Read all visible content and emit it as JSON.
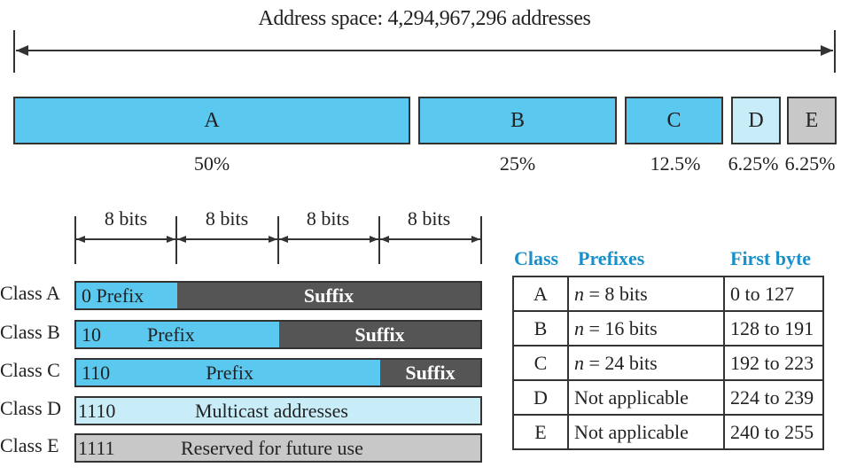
{
  "title": "Address space: 4,294,967,296 addresses",
  "colors": {
    "prefix": "#5bc8ef",
    "suffix": "#555555",
    "class_d": "#c9ecf9",
    "class_e": "#c8c8c8",
    "table_header": "#1a8fc9"
  },
  "classes_overview": [
    {
      "label": "A",
      "percent": "50%"
    },
    {
      "label": "B",
      "percent": "25%"
    },
    {
      "label": "C",
      "percent": "12.5%"
    },
    {
      "label": "D",
      "percent": "6.25%"
    },
    {
      "label": "E",
      "percent": "6.25%"
    }
  ],
  "bits_labels": [
    "8 bits",
    "8 bits",
    "8 bits",
    "8 bits"
  ],
  "rows": [
    {
      "label": "Class A",
      "prefix_bits": "0",
      "prefix_text": "Prefix",
      "suffix_text": "Suffix"
    },
    {
      "label": "Class B",
      "prefix_bits": "10",
      "prefix_text": "Prefix",
      "suffix_text": "Suffix"
    },
    {
      "label": "Class C",
      "prefix_bits": "110",
      "prefix_text": "Prefix",
      "suffix_text": "Suffix"
    },
    {
      "label": "Class D",
      "prefix_bits": "1110",
      "prefix_text": "Multicast addresses"
    },
    {
      "label": "Class E",
      "prefix_bits": "1111",
      "prefix_text": "Reserved for future use"
    }
  ],
  "table": {
    "headers": [
      "Class",
      "Prefixes",
      "First byte"
    ],
    "rows": [
      {
        "class": "A",
        "prefix_var": "n",
        "prefix_rest": " = 8 bits",
        "first_byte": "0 to 127"
      },
      {
        "class": "B",
        "prefix_var": "n",
        "prefix_rest": " = 16 bits",
        "first_byte": "128 to 191"
      },
      {
        "class": "C",
        "prefix_var": "n",
        "prefix_rest": " = 24 bits",
        "first_byte": "192 to 223"
      },
      {
        "class": "D",
        "prefix_var": "",
        "prefix_rest": "Not applicable",
        "first_byte": "224 to 239"
      },
      {
        "class": "E",
        "prefix_var": "",
        "prefix_rest": "Not applicable",
        "first_byte": "240 to 255"
      }
    ]
  }
}
